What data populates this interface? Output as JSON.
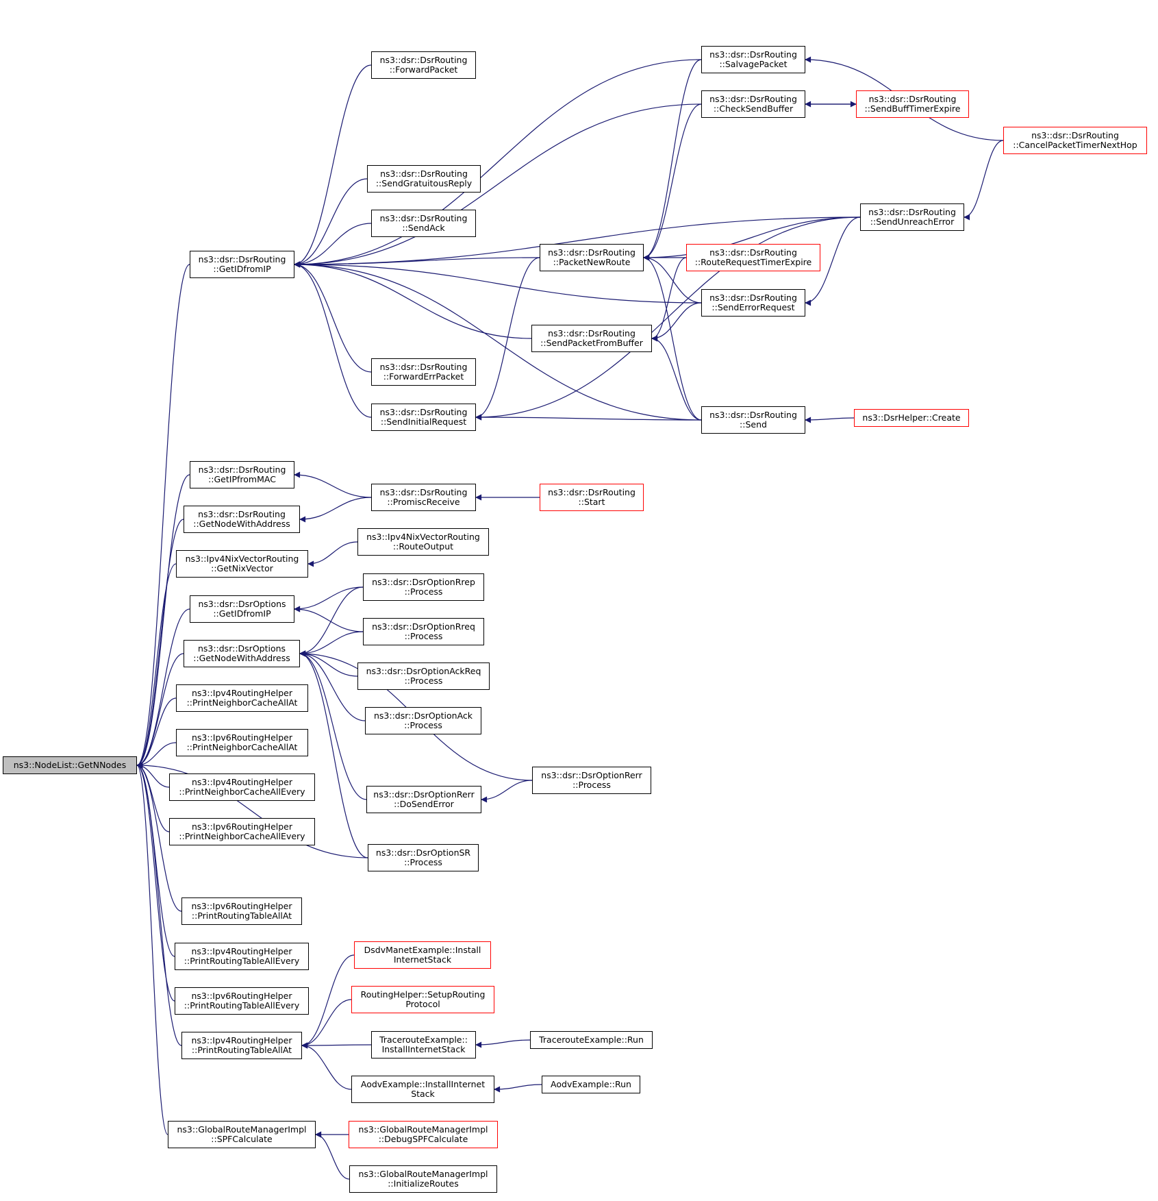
{
  "colors": {
    "edge": "#191970",
    "box_border": "#000000",
    "highlight_border": "#ff0000",
    "root_fill": "#bfbfbf"
  },
  "nodes": [
    {
      "id": "root",
      "lines": [
        "ns3::NodeList::GetNNodes"
      ],
      "style": "root"
    },
    {
      "id": "getidfromip",
      "lines": [
        "ns3::dsr::DsrRouting",
        "::GetIDfromIP"
      ],
      "style": "normal"
    },
    {
      "id": "getipfrommac",
      "lines": [
        "ns3::dsr::DsrRouting",
        "::GetIPfromMAC"
      ],
      "style": "normal"
    },
    {
      "id": "getnodewithaddress",
      "lines": [
        "ns3::dsr::DsrRouting",
        "::GetNodeWithAddress"
      ],
      "style": "normal"
    },
    {
      "id": "getnixvector",
      "lines": [
        "ns3::Ipv4NixVectorRouting",
        "::GetNixVector"
      ],
      "style": "normal"
    },
    {
      "id": "opt_getidfromip",
      "lines": [
        "ns3::dsr::DsrOptions",
        "::GetIDfromIP"
      ],
      "style": "normal"
    },
    {
      "id": "opt_getnode",
      "lines": [
        "ns3::dsr::DsrOptions",
        "::GetNodeWithAddress"
      ],
      "style": "normal"
    },
    {
      "id": "v4_pncaa",
      "lines": [
        "ns3::Ipv4RoutingHelper",
        "::PrintNeighborCacheAllAt"
      ],
      "style": "normal"
    },
    {
      "id": "v6_pncaa",
      "lines": [
        "ns3::Ipv6RoutingHelper",
        "::PrintNeighborCacheAllAt"
      ],
      "style": "normal"
    },
    {
      "id": "v4_pncae",
      "lines": [
        "ns3::Ipv4RoutingHelper",
        "::PrintNeighborCacheAllEvery"
      ],
      "style": "normal"
    },
    {
      "id": "v6_pncae",
      "lines": [
        "ns3::Ipv6RoutingHelper",
        "::PrintNeighborCacheAllEvery"
      ],
      "style": "normal"
    },
    {
      "id": "v6_prtaa",
      "lines": [
        "ns3::Ipv6RoutingHelper",
        "::PrintRoutingTableAllAt"
      ],
      "style": "normal"
    },
    {
      "id": "v4_prtae",
      "lines": [
        "ns3::Ipv4RoutingHelper",
        "::PrintRoutingTableAllEvery"
      ],
      "style": "normal"
    },
    {
      "id": "v6_prtae",
      "lines": [
        "ns3::Ipv6RoutingHelper",
        "::PrintRoutingTableAllEvery"
      ],
      "style": "normal"
    },
    {
      "id": "v4_prtaa",
      "lines": [
        "ns3::Ipv4RoutingHelper",
        "::PrintRoutingTableAllAt"
      ],
      "style": "normal"
    },
    {
      "id": "spf",
      "lines": [
        "ns3::GlobalRouteManagerImpl",
        "::SPFCalculate"
      ],
      "style": "normal"
    },
    {
      "id": "forwardpacket",
      "lines": [
        "ns3::dsr::DsrRouting",
        "::ForwardPacket"
      ],
      "style": "normal"
    },
    {
      "id": "sendgratuitous",
      "lines": [
        "ns3::dsr::DsrRouting",
        "::SendGratuitousReply"
      ],
      "style": "normal"
    },
    {
      "id": "sendack",
      "lines": [
        "ns3::dsr::DsrRouting",
        "::SendAck"
      ],
      "style": "normal"
    },
    {
      "id": "forwarderr",
      "lines": [
        "ns3::dsr::DsrRouting",
        "::ForwardErrPacket"
      ],
      "style": "normal"
    },
    {
      "id": "sendinitial",
      "lines": [
        "ns3::dsr::DsrRouting",
        "::SendInitialRequest"
      ],
      "style": "normal"
    },
    {
      "id": "promisc",
      "lines": [
        "ns3::dsr::DsrRouting",
        "::PromiscReceive"
      ],
      "style": "normal"
    },
    {
      "id": "routeoutput",
      "lines": [
        "ns3::Ipv4NixVectorRouting",
        "::RouteOutput"
      ],
      "style": "normal"
    },
    {
      "id": "rrep",
      "lines": [
        "ns3::dsr::DsrOptionRrep",
        "::Process"
      ],
      "style": "normal"
    },
    {
      "id": "rreq",
      "lines": [
        "ns3::dsr::DsrOptionRreq",
        "::Process"
      ],
      "style": "normal"
    },
    {
      "id": "ackreq",
      "lines": [
        "ns3::dsr::DsrOptionAckReq",
        "::Process"
      ],
      "style": "normal"
    },
    {
      "id": "ack",
      "lines": [
        "ns3::dsr::DsrOptionAck",
        "::Process"
      ],
      "style": "normal"
    },
    {
      "id": "dosenderror",
      "lines": [
        "ns3::dsr::DsrOptionRerr",
        "::DoSendError"
      ],
      "style": "normal"
    },
    {
      "id": "sr",
      "lines": [
        "ns3::dsr::DsrOptionSR",
        "::Process"
      ],
      "style": "normal"
    },
    {
      "id": "dsdv",
      "lines": [
        "DsdvManetExample::Install",
        "InternetStack"
      ],
      "style": "red"
    },
    {
      "id": "setuprouting",
      "lines": [
        "RoutingHelper::SetupRouting",
        "Protocol"
      ],
      "style": "red"
    },
    {
      "id": "traceinstall",
      "lines": [
        "TracerouteExample::",
        "InstallInternetStack"
      ],
      "style": "normal"
    },
    {
      "id": "aodvinstall",
      "lines": [
        "AodvExample::InstallInternet",
        "Stack"
      ],
      "style": "normal"
    },
    {
      "id": "debugspf",
      "lines": [
        "ns3::GlobalRouteManagerImpl",
        "::DebugSPFCalculate"
      ],
      "style": "red"
    },
    {
      "id": "initroutes",
      "lines": [
        "ns3::GlobalRouteManagerImpl",
        "::InitializeRoutes"
      ],
      "style": "normal"
    },
    {
      "id": "packetnewroute",
      "lines": [
        "ns3::dsr::DsrRouting",
        "::PacketNewRoute"
      ],
      "style": "normal"
    },
    {
      "id": "sendfrombuffer",
      "lines": [
        "ns3::dsr::DsrRouting",
        "::SendPacketFromBuffer"
      ],
      "style": "normal"
    },
    {
      "id": "start",
      "lines": [
        "ns3::dsr::DsrRouting",
        "::Start"
      ],
      "style": "red"
    },
    {
      "id": "rerrprocess",
      "lines": [
        "ns3::dsr::DsrOptionRerr",
        "::Process"
      ],
      "style": "normal"
    },
    {
      "id": "tracerun",
      "lines": [
        "TracerouteExample::Run"
      ],
      "style": "normal"
    },
    {
      "id": "aodvrun",
      "lines": [
        "AodvExample::Run"
      ],
      "style": "normal"
    },
    {
      "id": "salvage",
      "lines": [
        "ns3::dsr::DsrRouting",
        "::SalvagePacket"
      ],
      "style": "normal"
    },
    {
      "id": "checksend",
      "lines": [
        "ns3::dsr::DsrRouting",
        "::CheckSendBuffer"
      ],
      "style": "normal"
    },
    {
      "id": "rrtimer",
      "lines": [
        "ns3::dsr::DsrRouting",
        "::RouteRequestTimerExpire"
      ],
      "style": "red"
    },
    {
      "id": "senderrreq",
      "lines": [
        "ns3::dsr::DsrRouting",
        "::SendErrorRequest"
      ],
      "style": "normal"
    },
    {
      "id": "send",
      "lines": [
        "ns3::dsr::DsrRouting",
        "::Send"
      ],
      "style": "normal"
    },
    {
      "id": "sendbufftimer",
      "lines": [
        "ns3::dsr::DsrRouting",
        "::SendBuffTimerExpire"
      ],
      "style": "red"
    },
    {
      "id": "sendunreach",
      "lines": [
        "ns3::dsr::DsrRouting",
        "::SendUnreachError"
      ],
      "style": "normal"
    },
    {
      "id": "dsrhelper",
      "lines": [
        "ns3::DsrHelper::Create"
      ],
      "style": "red"
    },
    {
      "id": "cancelpacket",
      "lines": [
        "ns3::dsr::DsrRouting",
        "::CancelPacketTimerNextHop"
      ],
      "style": "red"
    }
  ],
  "edges": [
    [
      "root",
      "getidfromip"
    ],
    [
      "root",
      "getipfrommac"
    ],
    [
      "root",
      "getnodewithaddress"
    ],
    [
      "root",
      "getnixvector"
    ],
    [
      "root",
      "opt_getidfromip"
    ],
    [
      "root",
      "opt_getnode"
    ],
    [
      "root",
      "v4_pncaa"
    ],
    [
      "root",
      "v6_pncaa"
    ],
    [
      "root",
      "v4_pncae"
    ],
    [
      "root",
      "v6_pncae"
    ],
    [
      "root",
      "sr"
    ],
    [
      "root",
      "v6_prtaa"
    ],
    [
      "root",
      "v4_prtae"
    ],
    [
      "root",
      "v6_prtae"
    ],
    [
      "root",
      "v4_prtaa"
    ],
    [
      "root",
      "spf"
    ],
    [
      "getidfromip",
      "salvage"
    ],
    [
      "getidfromip",
      "forwardpacket"
    ],
    [
      "getidfromip",
      "checksend"
    ],
    [
      "getidfromip",
      "sendunreach"
    ],
    [
      "getidfromip",
      "sendgratuitous"
    ],
    [
      "getidfromip",
      "sendack"
    ],
    [
      "getidfromip",
      "packetnewroute"
    ],
    [
      "getidfromip",
      "senderrreq"
    ],
    [
      "getidfromip",
      "sendfrombuffer"
    ],
    [
      "getidfromip",
      "forwarderr"
    ],
    [
      "getidfromip",
      "sendinitial"
    ],
    [
      "getidfromip",
      "send"
    ],
    [
      "getipfrommac",
      "promisc"
    ],
    [
      "getnodewithaddress",
      "promisc"
    ],
    [
      "promisc",
      "start"
    ],
    [
      "getnixvector",
      "routeoutput"
    ],
    [
      "opt_getidfromip",
      "rrep"
    ],
    [
      "opt_getidfromip",
      "rreq"
    ],
    [
      "opt_getnode",
      "rrep"
    ],
    [
      "opt_getnode",
      "rreq"
    ],
    [
      "opt_getnode",
      "ackreq"
    ],
    [
      "opt_getnode",
      "ack"
    ],
    [
      "opt_getnode",
      "rerrprocess"
    ],
    [
      "opt_getnode",
      "dosenderror"
    ],
    [
      "opt_getnode",
      "sr"
    ],
    [
      "dosenderror",
      "rerrprocess"
    ],
    [
      "v4_prtaa",
      "dsdv"
    ],
    [
      "v4_prtaa",
      "setuprouting"
    ],
    [
      "v4_prtaa",
      "traceinstall"
    ],
    [
      "v4_prtaa",
      "aodvinstall"
    ],
    [
      "traceinstall",
      "tracerun"
    ],
    [
      "aodvinstall",
      "aodvrun"
    ],
    [
      "spf",
      "debugspf"
    ],
    [
      "spf",
      "initroutes"
    ],
    [
      "sendinitial",
      "packetnewroute"
    ],
    [
      "sendinitial",
      "sendunreach"
    ],
    [
      "sendinitial",
      "send"
    ],
    [
      "packetnewroute",
      "salvage"
    ],
    [
      "packetnewroute",
      "checksend"
    ],
    [
      "packetnewroute",
      "sendunreach"
    ],
    [
      "packetnewroute",
      "rrtimer"
    ],
    [
      "packetnewroute",
      "senderrreq"
    ],
    [
      "packetnewroute",
      "send"
    ],
    [
      "sendfrombuffer",
      "rrtimer"
    ],
    [
      "sendfrombuffer",
      "senderrreq"
    ],
    [
      "sendfrombuffer",
      "send"
    ],
    [
      "salvage",
      "cancelpacket"
    ],
    [
      "checksend",
      "sendbufftimer"
    ],
    [
      "sendbufftimer",
      "checksend"
    ],
    [
      "senderrreq",
      "sendunreach"
    ],
    [
      "sendunreach",
      "cancelpacket"
    ],
    [
      "send",
      "dsrhelper"
    ]
  ]
}
